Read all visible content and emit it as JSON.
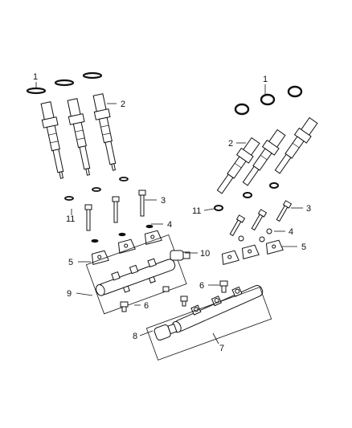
{
  "diagram": {
    "type": "exploded-parts-diagram",
    "callouts": [
      {
        "id": "c1a",
        "label": "1",
        "part": "o-ring"
      },
      {
        "id": "c2a",
        "label": "2",
        "part": "fuel-injector"
      },
      {
        "id": "c3a",
        "label": "3",
        "part": "bolt"
      },
      {
        "id": "c4a",
        "label": "4",
        "part": "washer"
      },
      {
        "id": "c5a",
        "label": "5",
        "part": "injector-clamp"
      },
      {
        "id": "c6a",
        "label": "6",
        "part": "bolt"
      },
      {
        "id": "c7",
        "label": "7",
        "part": "fuel-rail"
      },
      {
        "id": "c8",
        "label": "8",
        "part": "pressure-sensor"
      },
      {
        "id": "c9",
        "label": "9",
        "part": "fuel-rail"
      },
      {
        "id": "c10",
        "label": "10",
        "part": "pressure-sensor"
      },
      {
        "id": "c11a",
        "label": "11",
        "part": "seal-washer"
      },
      {
        "id": "c1b",
        "label": "1",
        "part": "o-ring"
      },
      {
        "id": "c2b",
        "label": "2",
        "part": "fuel-injector"
      },
      {
        "id": "c3b",
        "label": "3",
        "part": "bolt"
      },
      {
        "id": "c4b",
        "label": "4",
        "part": "washer"
      },
      {
        "id": "c5b",
        "label": "5",
        "part": "injector-clamp"
      },
      {
        "id": "c6b",
        "label": "6",
        "part": "bolt"
      },
      {
        "id": "c11b",
        "label": "11",
        "part": "seal-washer"
      }
    ]
  }
}
